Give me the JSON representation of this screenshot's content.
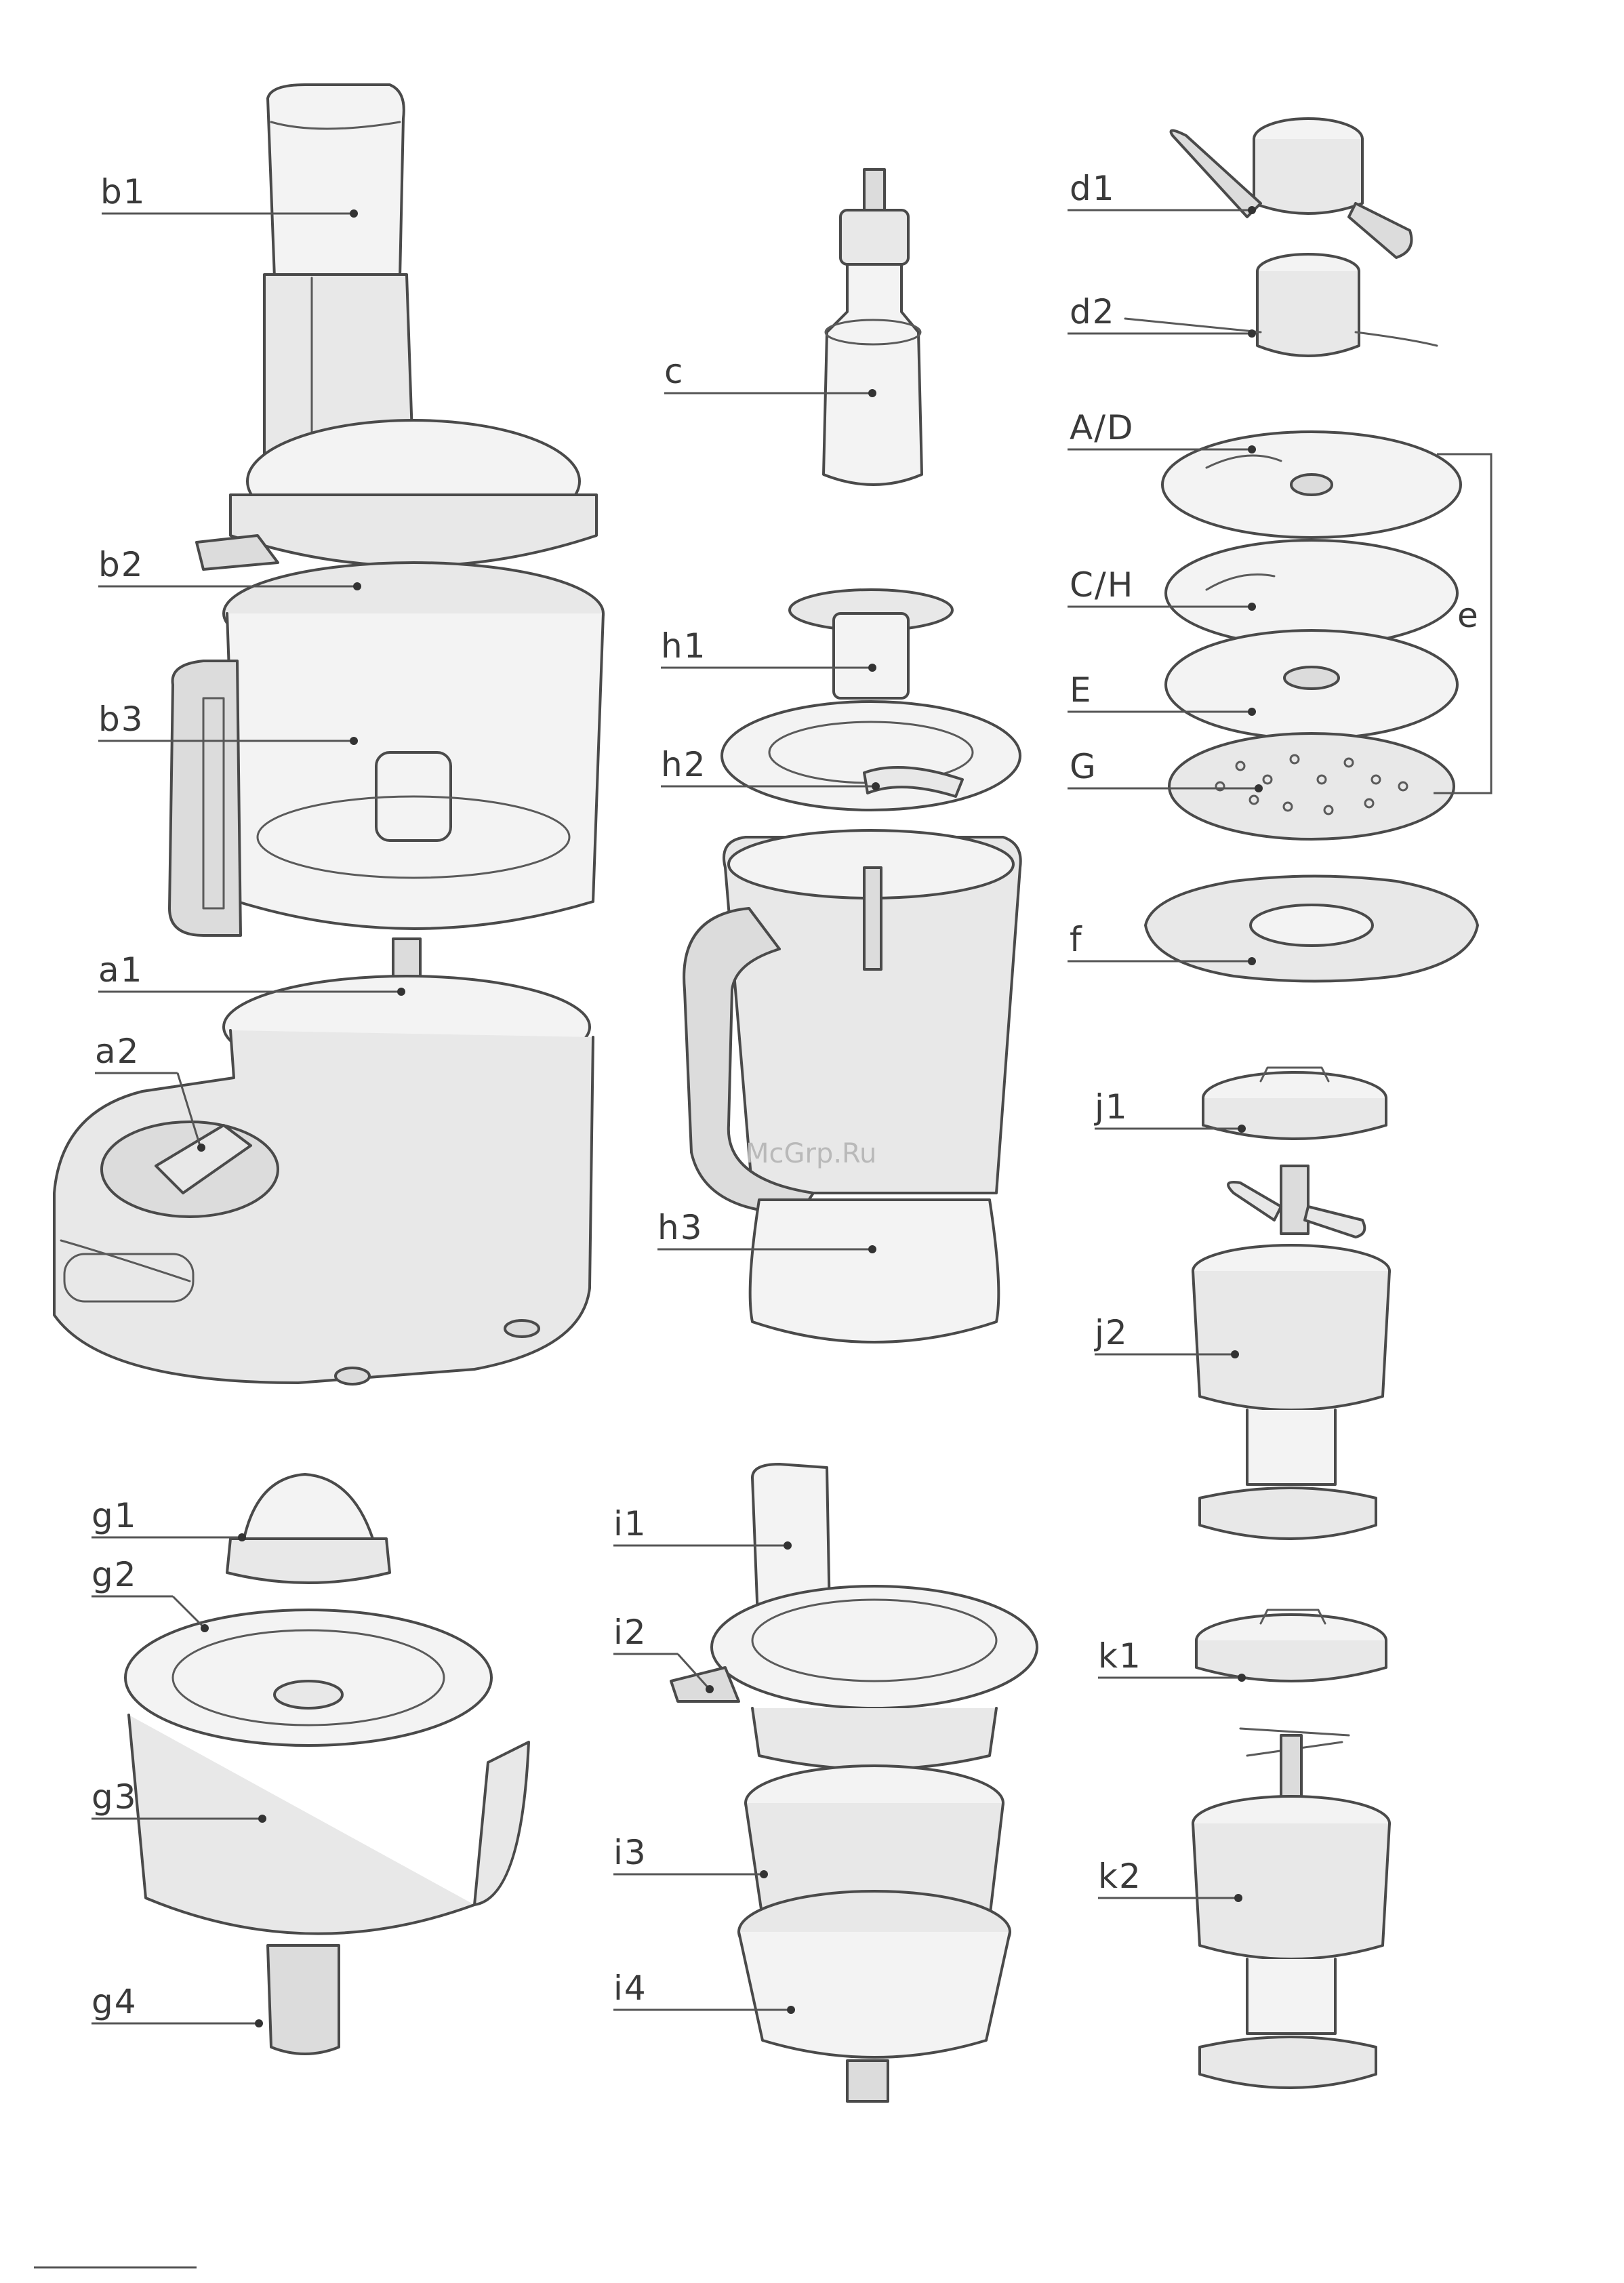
{
  "watermark": "McGrp.Ru",
  "labels": {
    "b1": "b1",
    "b2": "b2",
    "b3": "b3",
    "a1": "a1",
    "a2": "a2",
    "c": "c",
    "h1": "h1",
    "h2": "h2",
    "h3": "h3",
    "d1": "d1",
    "d2": "d2",
    "AD": "A/D",
    "CH": "C/H",
    "E": "E",
    "G": "G",
    "e": "e",
    "f": "f",
    "j1": "j1",
    "j2": "j2",
    "k1": "k1",
    "k2": "k2",
    "g1": "g1",
    "g2": "g2",
    "g3": "g3",
    "g4": "g4",
    "i1": "i1",
    "i2": "i2",
    "i3": "i3",
    "i4": "i4"
  }
}
